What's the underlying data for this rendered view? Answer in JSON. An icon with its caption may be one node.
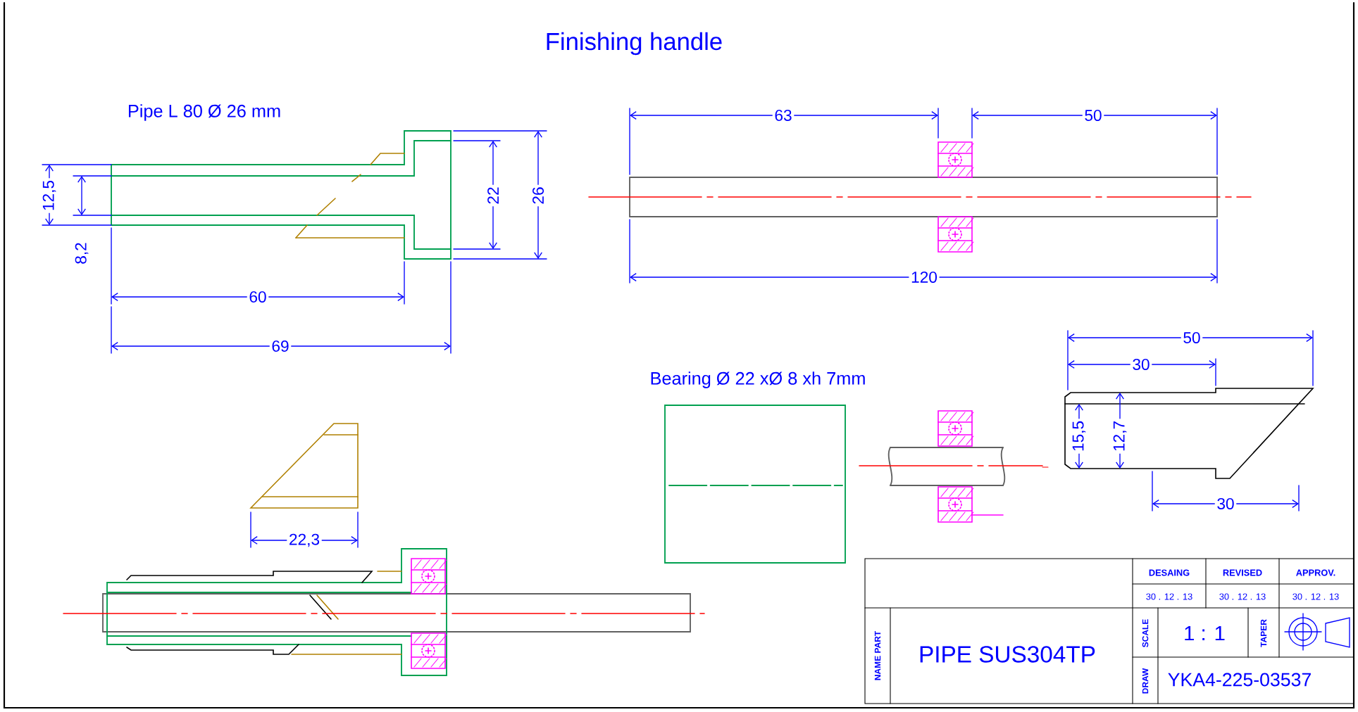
{
  "diagram": {
    "title": "Finishing handle",
    "labels": [
      "Pipe L 80 Ø 26 mm",
      "12,5",
      "8,2",
      "22",
      "26",
      "60",
      "69",
      "63",
      "50",
      "120",
      "Bearing Ø 22 xØ 8 xh 7mm",
      "50",
      "30",
      "15,5",
      "12,7",
      "30",
      "22,3",
      "DESAING",
      "REVISED",
      "APPROV.",
      "30 . 12 . 13",
      "30 . 12 . 13",
      "30 . 12 . 13",
      "NAME PART",
      "PIPE SUS304TP",
      "SCALE",
      "1 : 1",
      "TAPER",
      "DRAW",
      "YKA4-225-03537"
    ]
  }
}
